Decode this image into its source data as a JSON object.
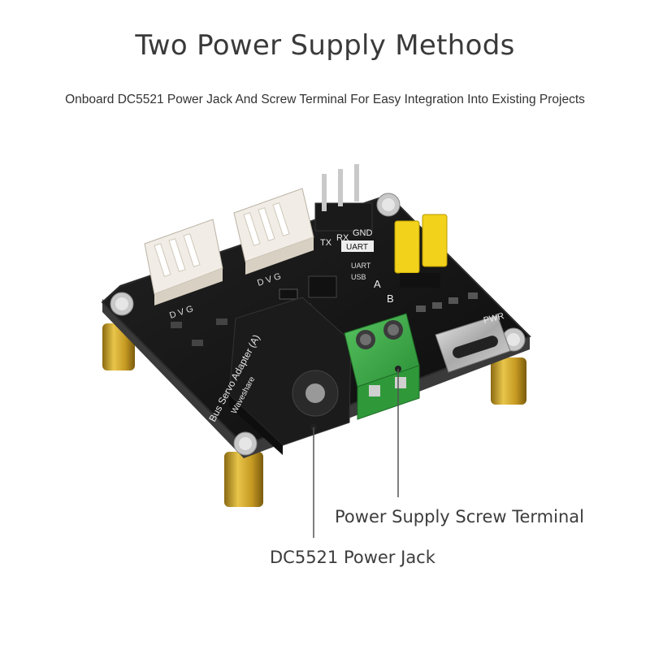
{
  "header": {
    "title": "Two Power Supply Methods",
    "subtitle": "Onboard DC5521 Power Jack And Screw Terminal For Easy Integration Into Existing Projects"
  },
  "board": {
    "name": "Bus Servo Adapter (A)",
    "brand": "Waveshare",
    "uart_pins": [
      "TX",
      "RX",
      "GND"
    ],
    "uart_label": "UART",
    "jumper_a": "A",
    "jumper_b": "B",
    "mode_a": "UART",
    "mode_b": "USB",
    "connector_label_1": "D V G",
    "connector_label_2": "D V G",
    "pwr_label": "PWR"
  },
  "callouts": {
    "screw_terminal": "Power Supply Screw Terminal",
    "power_jack": "DC5521 Power Jack"
  },
  "colors": {
    "pcb": "#141414",
    "standoff": "#c9a227",
    "terminal": "#3aa845",
    "jumper": "#f2d21b",
    "connector": "#f1ede6"
  }
}
